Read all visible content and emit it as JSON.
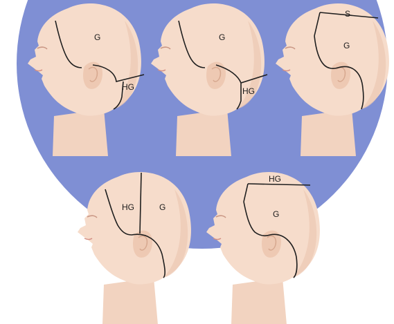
{
  "colors": {
    "circle": "#7f8fd4",
    "skin": "#f6dccb",
    "skin_shade": "#e6bea6",
    "ear": "#eec9b3",
    "line": "#1e1e1e",
    "background": "#ffffff"
  },
  "heads": [
    {
      "id": "head-1",
      "labels": [
        {
          "key": "upper",
          "text": "G"
        },
        {
          "key": "lower",
          "text": "HG"
        }
      ]
    },
    {
      "id": "head-2",
      "labels": [
        {
          "key": "upper",
          "text": "G"
        },
        {
          "key": "lower",
          "text": "HG"
        }
      ]
    },
    {
      "id": "head-3",
      "labels": [
        {
          "key": "top",
          "text": "S"
        },
        {
          "key": "main",
          "text": "G"
        }
      ]
    },
    {
      "id": "head-4",
      "labels": [
        {
          "key": "front",
          "text": "HG"
        },
        {
          "key": "back",
          "text": "G"
        }
      ]
    },
    {
      "id": "head-5",
      "labels": [
        {
          "key": "top",
          "text": "HG"
        },
        {
          "key": "main",
          "text": "G"
        }
      ]
    }
  ]
}
